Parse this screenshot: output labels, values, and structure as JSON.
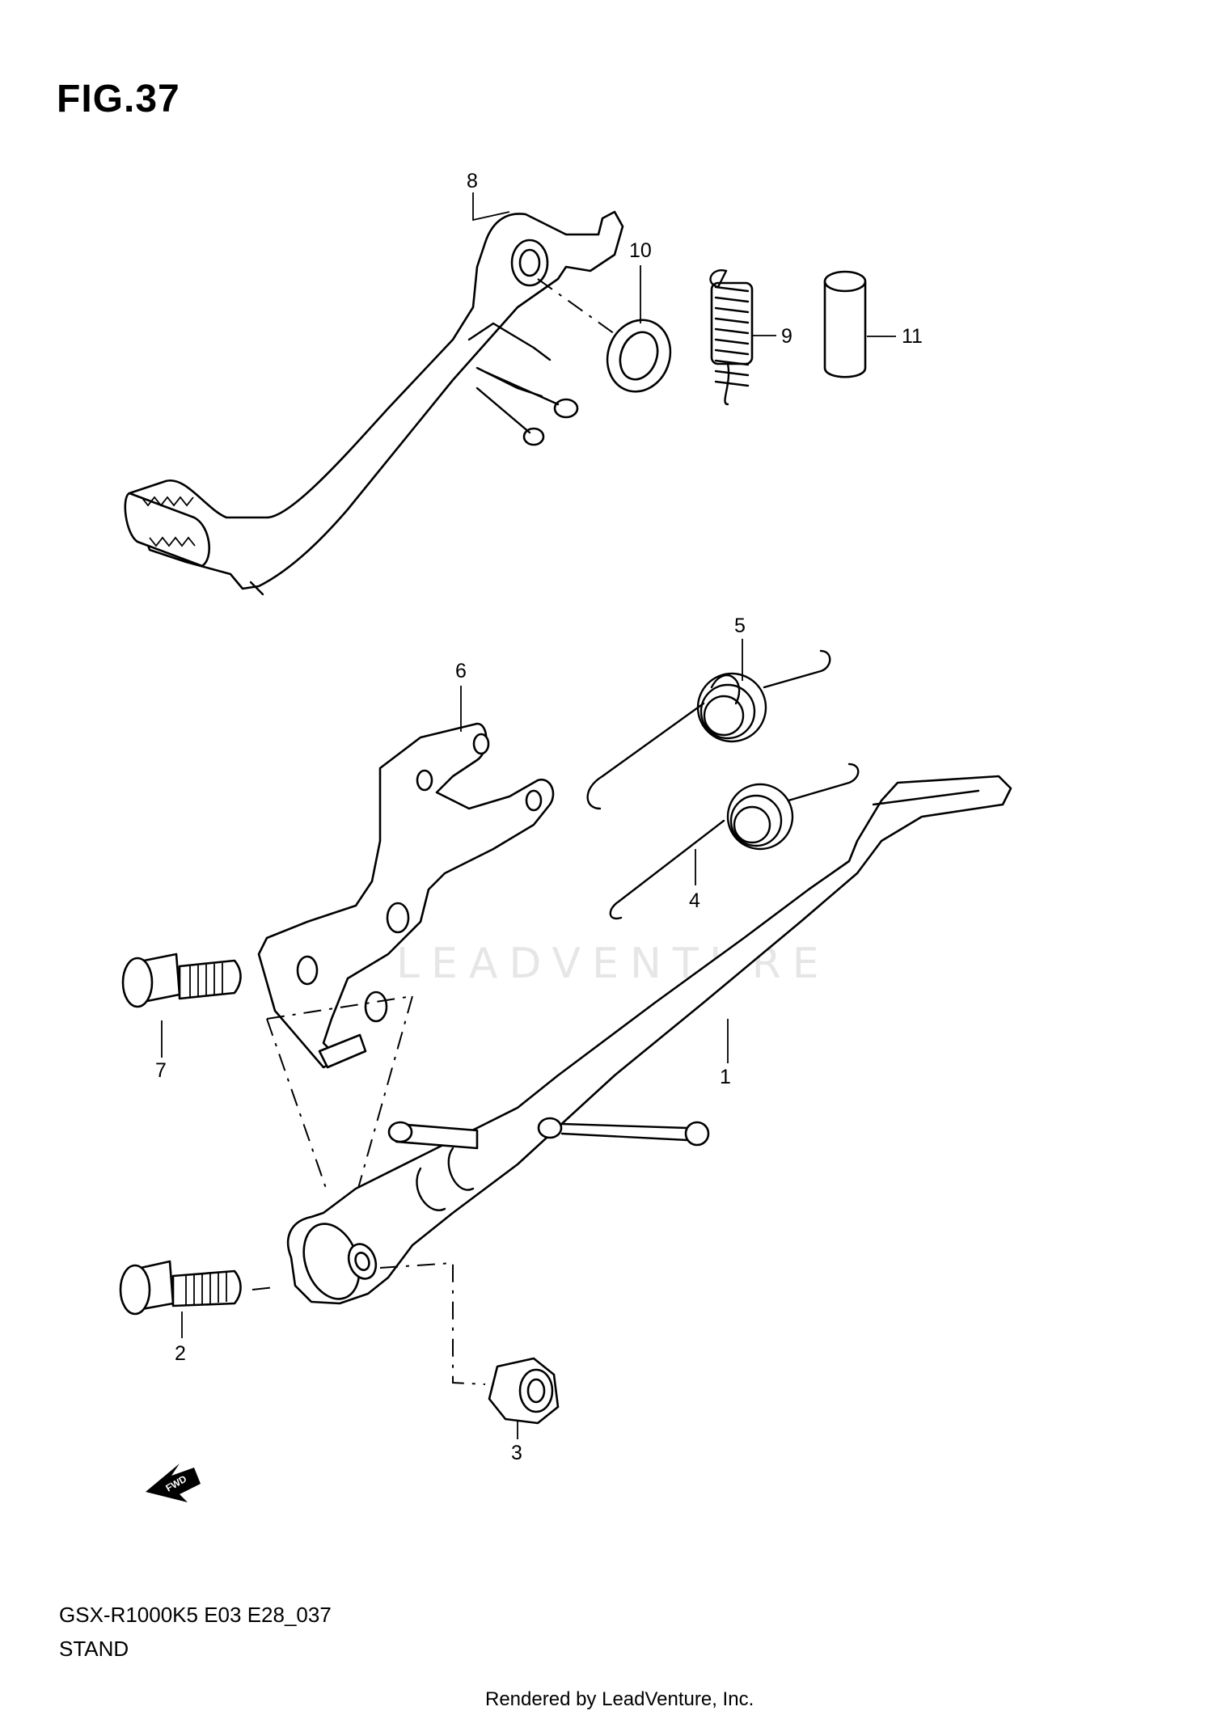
{
  "figure": {
    "title": "FIG.37",
    "model_code": "GSX-R1000K5 E03 E28_037",
    "section_name": "STAND",
    "credit": "Rendered by LeadVenture, Inc.",
    "watermark": "LEADVENTURE",
    "fwd_label": "FWD"
  },
  "callouts": [
    {
      "id": "1",
      "text": "1"
    },
    {
      "id": "2",
      "text": "2"
    },
    {
      "id": "3",
      "text": "3"
    },
    {
      "id": "4",
      "text": "4"
    },
    {
      "id": "5",
      "text": "5"
    },
    {
      "id": "6",
      "text": "6"
    },
    {
      "id": "7",
      "text": "7"
    },
    {
      "id": "8",
      "text": "8"
    },
    {
      "id": "9",
      "text": "9"
    },
    {
      "id": "10",
      "text": "10"
    },
    {
      "id": "11",
      "text": "11"
    }
  ]
}
